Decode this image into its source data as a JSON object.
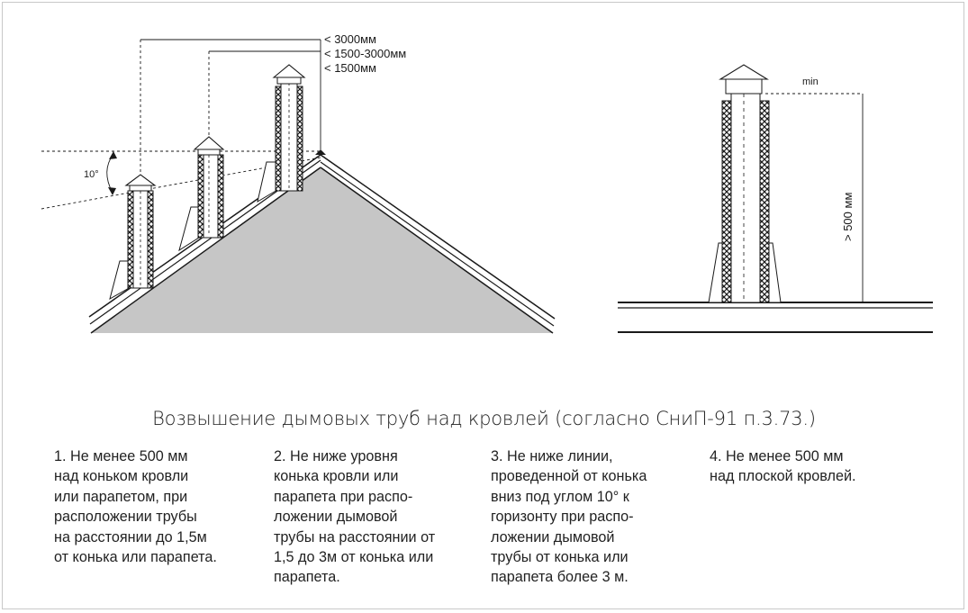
{
  "diagram": {
    "labels": {
      "height_3000": "< 3000мм",
      "height_1500_3000": "< 1500-3000мм",
      "height_1500": "< 1500мм",
      "angle": "10°",
      "min": "min",
      "flat_height": "> 500 мм"
    },
    "colors": {
      "roof_fill": "#c6c6c6",
      "line": "#1a1a1a",
      "frame": "#c8c8c8"
    }
  },
  "caption": "Возвышение дымовых труб над кровлей (согласно СниП-91 п.3.73.)",
  "notes": [
    {
      "lines": [
        "1. Не менее 500 мм",
        "над коньком кровли",
        "или парапетом, при",
        "расположении трубы",
        "на расстоянии до 1,5м",
        "от конька или парапета."
      ]
    },
    {
      "lines": [
        "2. Не ниже уровня",
        "конька кровли или",
        "парапета при распо-",
        "ложении дымовой",
        "трубы на расстоянии от",
        "1,5 до 3м от конька или",
        "парапета."
      ]
    },
    {
      "lines": [
        "3. Не ниже линии,",
        "проведенной от конька",
        "вниз под углом 10° к",
        "горизонту при распо-",
        "ложении дымовой",
        "трубы от конька или",
        "парапета более 3 м."
      ]
    },
    {
      "lines": [
        "4. Не менее 500 мм",
        "над плоской кровлей."
      ]
    }
  ]
}
